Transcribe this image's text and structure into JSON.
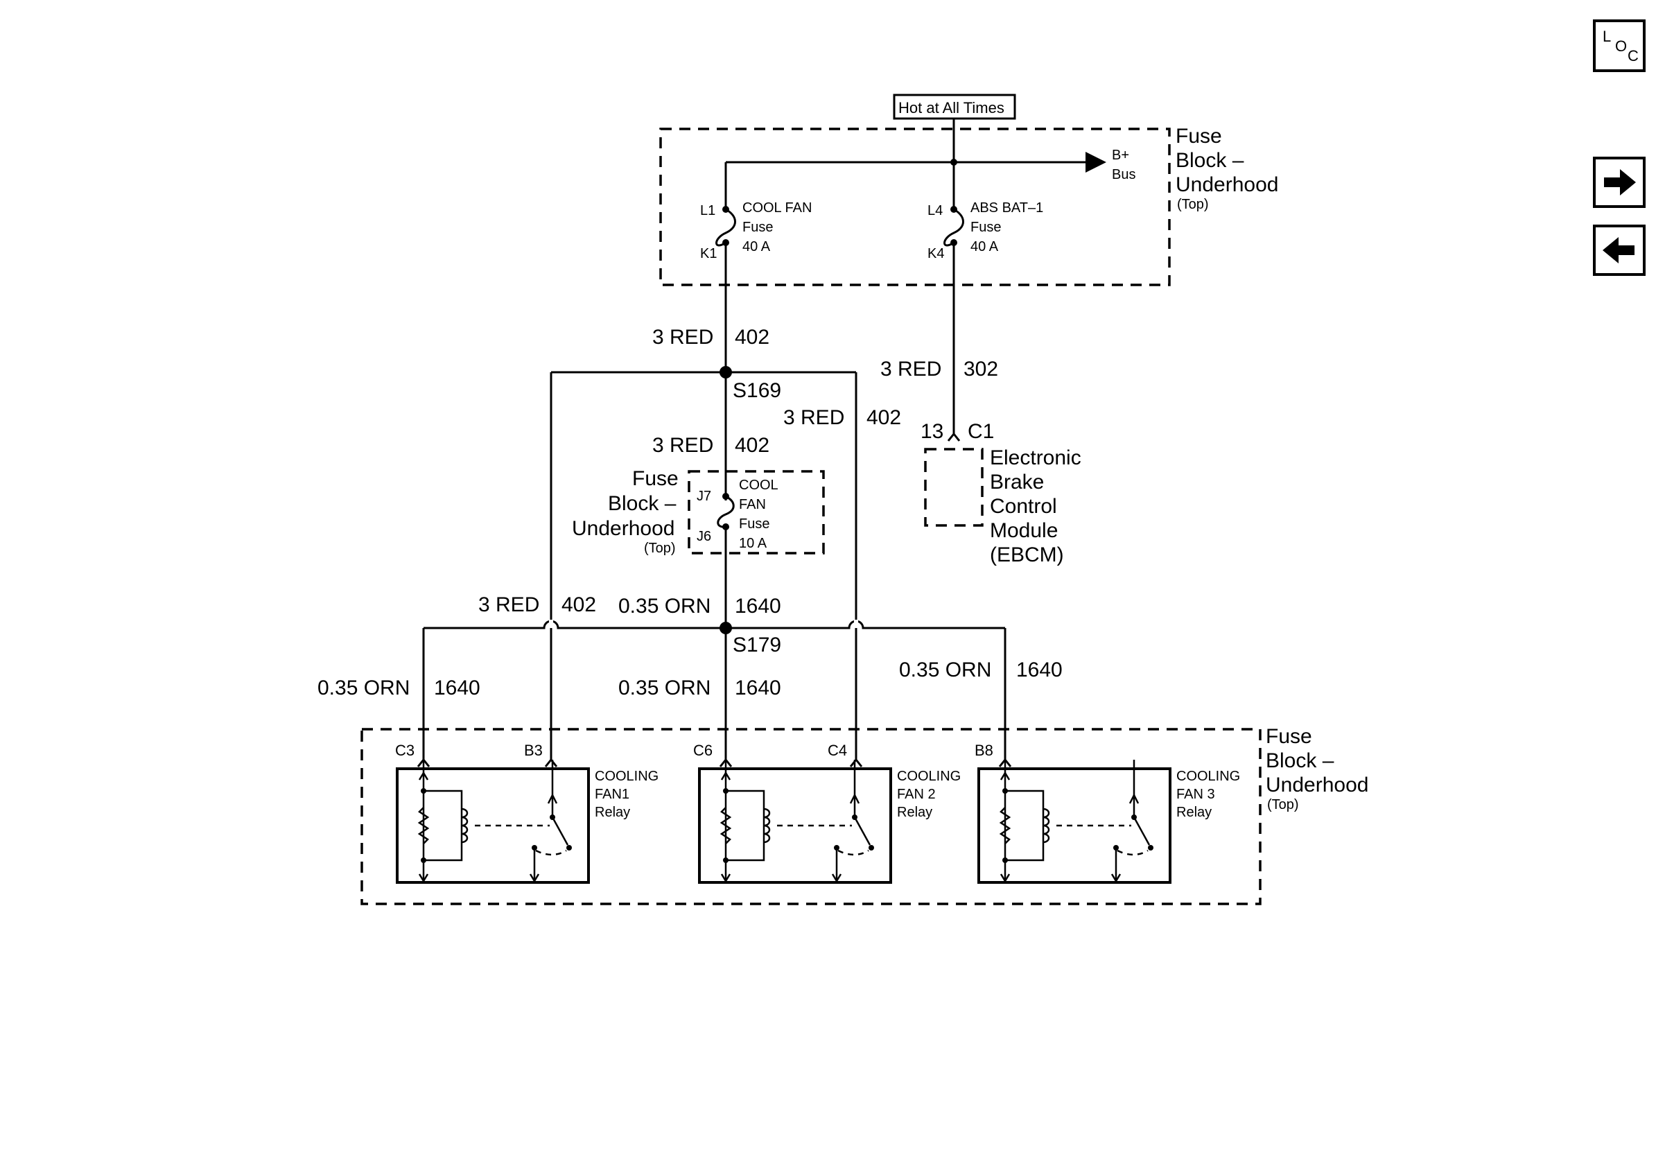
{
  "nav": {
    "loc": {
      "l": "L",
      "o": "O",
      "c": "C"
    },
    "next_icon": "arrow-right-icon",
    "prev_icon": "arrow-left-icon"
  },
  "top": {
    "hot_label": "Hot at All Times",
    "bus_b": "B+",
    "bus_bus": "Bus",
    "fuse_block": {
      "l1": "Fuse",
      "l2": "Block –",
      "l3": "Underhood",
      "l4": "(Top)"
    },
    "cool_fan_fuse": {
      "pin_top": "L1",
      "pin_bot": "K1",
      "l1": "COOL FAN",
      "l2": "Fuse",
      "l3": "40 A"
    },
    "abs_fuse": {
      "pin_top": "L4",
      "pin_bot": "K4",
      "l1": "ABS BAT–1",
      "l2": "Fuse",
      "l3": "40 A"
    }
  },
  "wires": {
    "w402_a": {
      "size": "3 RED",
      "circuit": "402"
    },
    "w302": {
      "size": "3 RED",
      "circuit": "302"
    },
    "w402_b": {
      "size": "3 RED",
      "circuit": "402"
    },
    "w402_c": {
      "size": "3 RED",
      "circuit": "402"
    },
    "w402_d": {
      "size": "3 RED",
      "circuit": "402"
    },
    "w1640_a": {
      "size": "0.35 ORN",
      "circuit": "1640"
    },
    "w1640_b": {
      "size": "0.35 ORN",
      "circuit": "1640"
    },
    "w1640_c": {
      "size": "0.35 ORN",
      "circuit": "1640"
    },
    "w1640_d": {
      "size": "0.35 ORN",
      "circuit": "1640"
    }
  },
  "splices": {
    "s169": "S169",
    "s179": "S179"
  },
  "middle_fuse": {
    "block": {
      "l1": "Fuse",
      "l2": "Block –",
      "l3": "Underhood",
      "l4": "(Top)"
    },
    "pin_top": "J7",
    "pin_bot": "J6",
    "l1": "COOL",
    "l2": "FAN",
    "l3": "Fuse",
    "l4": "10 A"
  },
  "ebcm": {
    "pin": "13",
    "connector": "C1",
    "l1": "Electronic",
    "l2": "Brake",
    "l3": "Control",
    "l4": "Module",
    "l5": "(EBCM)"
  },
  "relays": {
    "block": {
      "l1": "Fuse",
      "l2": "Block –",
      "l3": "Underhood",
      "l4": "(Top)"
    },
    "r1": {
      "pin_a": "C3",
      "pin_b": "B3",
      "l1": "COOLING",
      "l2": "FAN1",
      "l3": "Relay"
    },
    "r2": {
      "pin_a": "C6",
      "pin_b": "C4",
      "l1": "COOLING",
      "l2": "FAN 2",
      "l3": "Relay"
    },
    "r3": {
      "pin_b": "B8",
      "l1": "COOLING",
      "l2": "FAN 3",
      "l3": "Relay"
    }
  }
}
